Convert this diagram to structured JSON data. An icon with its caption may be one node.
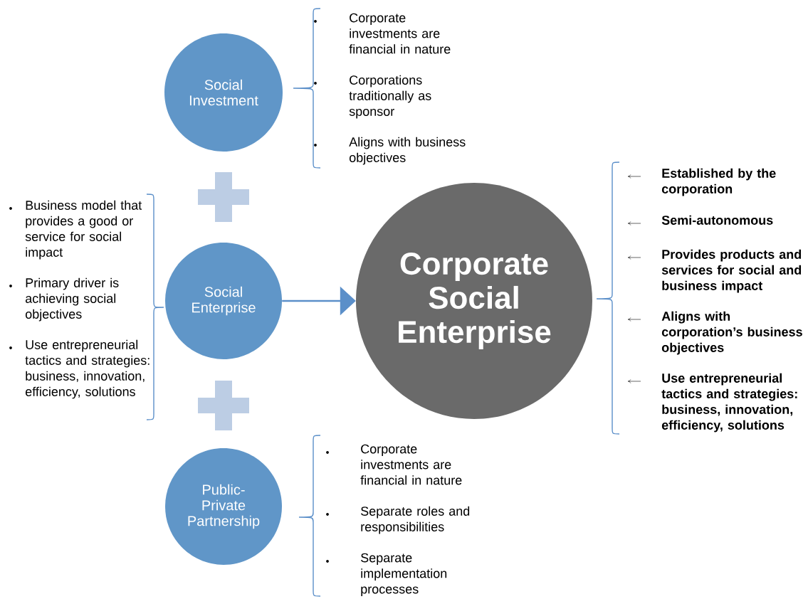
{
  "diagram": {
    "nodes": [
      {
        "text": [
          "Social Investment"
        ]
      },
      {
        "text": [
          "Social Enterprise"
        ],
        "beside": [
          "Business model that provides a good or service for social impact",
          "Primary driver is achieving social objectives",
          "Use entrepreneurial tactics and strategies: business, innovation, efficiency, solutions"
        ]
      },
      {
        "text": [
          "Public-Private Partnership"
        ],
        "beside": [
          "Corporate investments are financial in nature",
          "Separate roles and responsibilities",
          "Separate implementation processes"
        ]
      },
      {
        "text": [
          "Corporate Social Enterprise"
        ],
        "beside": [
          "Established by the corporation",
          "Semi-autonomous",
          "Provides products and services for social and business impact",
          "Aligns with corporation’s business objectives",
          "Use entrepreneurial tactics and strategies: business, innovation, efficiency, solutions"
        ]
      }
    ],
    "edges": [
      {
        "from": 1,
        "to": 3,
        "arrow": "to"
      }
    ],
    "labels": [
      "Corporate investments are financial in nature",
      "Corporations traditionally as sponsor",
      "Aligns with business objectives"
    ]
  }
}
